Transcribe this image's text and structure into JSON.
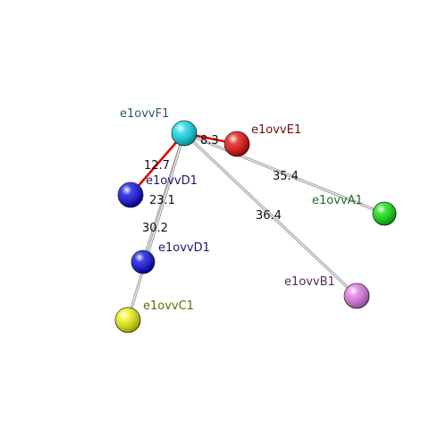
{
  "nodes": [
    {
      "id": "F1",
      "label": "e1ovvF1",
      "color": "#00d8e8",
      "label_color": "#2a5a6a"
    },
    {
      "id": "E1",
      "label": "e1ovvE1",
      "color": "#e80000",
      "label_color": "#6a1010"
    },
    {
      "id": "D1a",
      "label": "e1ovvD1",
      "color": "#0000e0",
      "label_color": "#1a1a6a"
    },
    {
      "id": "D1b",
      "label": "e1ovvD1",
      "color": "#0000e0",
      "label_color": "#1a1a6a"
    },
    {
      "id": "A1",
      "label": "e1ovvA1",
      "color": "#00e000",
      "label_color": "#2a6a2a"
    },
    {
      "id": "B1",
      "label": "e1ovvB1",
      "color": "#e070e8",
      "label_color": "#5a2a5a"
    },
    {
      "id": "C1",
      "label": "e1ovvC1",
      "color": "#f0f000",
      "label_color": "#6a6a10"
    }
  ],
  "edges": [
    {
      "from": "F1",
      "to": "E1",
      "label": "8.3",
      "color": "#dd0000"
    },
    {
      "from": "F1",
      "to": "D1a",
      "label": "12.7",
      "color": "#dd0000"
    },
    {
      "from": "F1",
      "to": "D1b",
      "label": "23.1",
      "color": "#c8c8c8"
    },
    {
      "from": "F1",
      "to": "C1",
      "label": "30.2",
      "color": "#c8c8c8"
    },
    {
      "from": "F1",
      "to": "A1",
      "label": "35.4",
      "color": "#c8c8c8"
    },
    {
      "from": "F1",
      "to": "B1",
      "label": "36.4",
      "color": "#c8c8c8"
    }
  ]
}
